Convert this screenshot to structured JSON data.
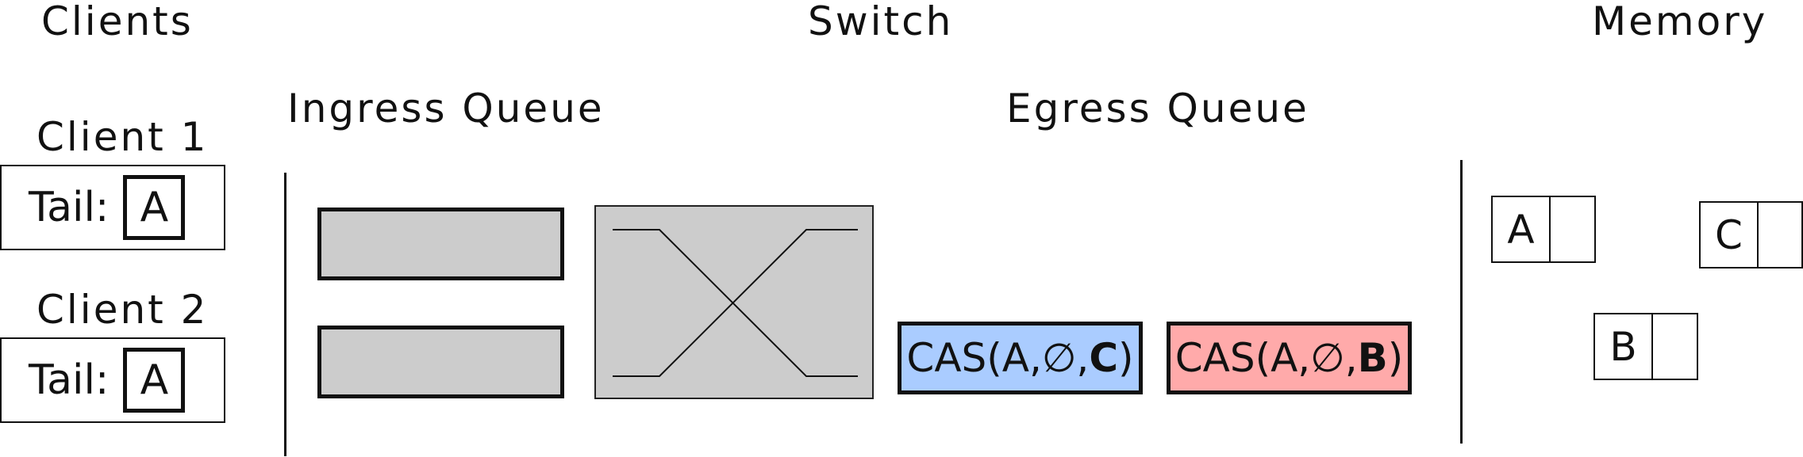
{
  "headers": {
    "clients": "Clients",
    "switch": "Switch",
    "memory": "Memory"
  },
  "switch": {
    "ingress_label": "Ingress Queue",
    "egress_label": "Egress Queue",
    "egress_ops": [
      {
        "prefix": "CAS(A,∅,",
        "value": "C",
        "suffix": ")",
        "color": "#aaccff"
      },
      {
        "prefix": "CAS(A,∅,",
        "value": "B",
        "suffix": ")",
        "color": "#ffaaaa"
      }
    ]
  },
  "clients": [
    {
      "name": "Client 1",
      "tail_label": "Tail:",
      "tail_value": "A"
    },
    {
      "name": "Client 2",
      "tail_label": "Tail:",
      "tail_value": "A"
    }
  ],
  "memory": {
    "nodes": [
      {
        "key": "A"
      },
      {
        "key": "C"
      },
      {
        "key": "B"
      }
    ]
  },
  "colors": {
    "queue_fill": "#cccccc",
    "cas_c": "#aaccff",
    "cas_b": "#ffaaaa"
  }
}
